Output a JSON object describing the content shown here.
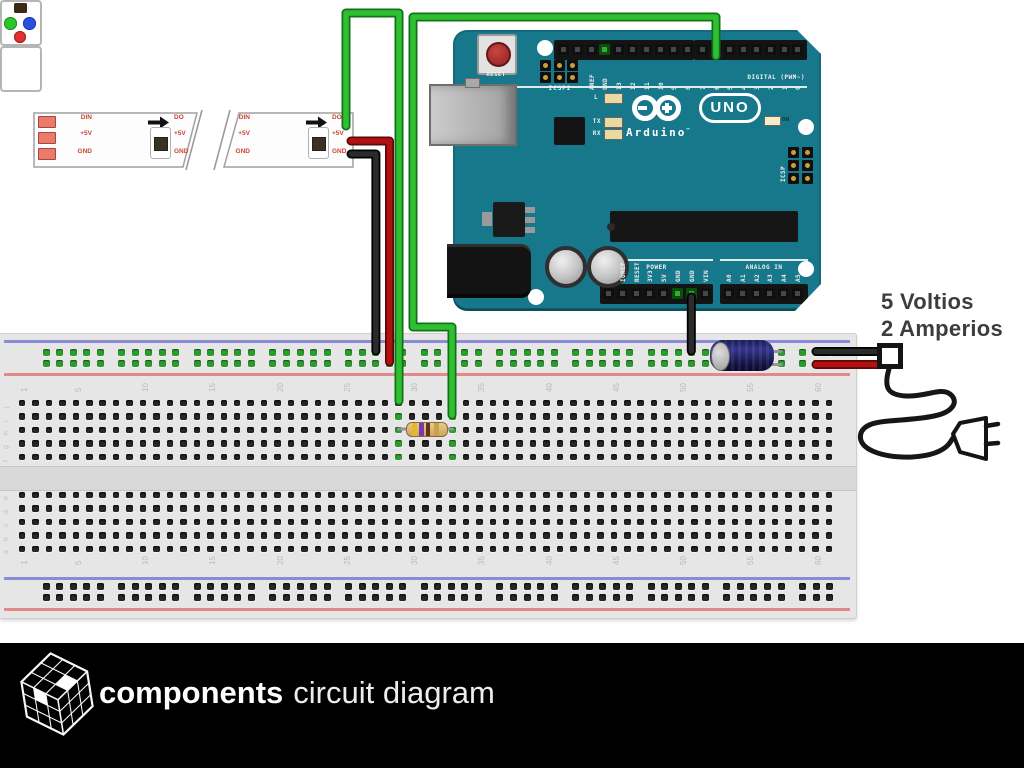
{
  "slide": {
    "background": "#ffffff"
  },
  "annotation": {
    "line1": "5 Voltios",
    "line2": "2 Amperios"
  },
  "footer": {
    "brand_word": "components",
    "rest": "circuit diagram"
  },
  "arduino": {
    "model": "UNO",
    "brand": "Arduino",
    "tm": "™",
    "reset": "RESET",
    "icsp2": "ICSP2",
    "icsp": "ICSP",
    "led_l": "L",
    "led_tx": "TX",
    "led_rx": "RX",
    "led_on": "ON",
    "digital": "DIGITAL (PWM~)",
    "power": "POWER",
    "analog": "ANALOG IN",
    "digital_pins_left": [
      "",
      "",
      "AREF",
      "GND",
      "13",
      "12",
      "11",
      "10",
      "9",
      "8"
    ],
    "digital_pins_right": [
      "7",
      "6",
      "5",
      "4",
      "3",
      "2",
      "1",
      "0"
    ],
    "power_pins": [
      "",
      "IOREF",
      "RESET",
      "3V3",
      "5V",
      "GND",
      "GND",
      "VIN"
    ],
    "analog_pins": [
      "A0",
      "A1",
      "A2",
      "A3",
      "A4",
      "A5"
    ]
  },
  "led_strip": {
    "left_labels": [
      "DIN",
      "+5V",
      "GND"
    ],
    "right_labels": [
      "DO",
      "+5V",
      "GND"
    ]
  },
  "breadboard": {
    "column_numbers": [
      "1",
      "5",
      "10",
      "15",
      "20",
      "25",
      "30",
      "35",
      "40",
      "45",
      "50",
      "55",
      "60"
    ],
    "row_letters_top": [
      "j",
      "i",
      "h",
      "g",
      "f"
    ],
    "row_letters_bottom": [
      "e",
      "d",
      "c",
      "b",
      "a"
    ]
  },
  "colors": {
    "board_teal": "#16788a",
    "bb_body": "#e6e6e6",
    "rail_blue": "#8a8ad6",
    "rail_red": "#e08a8a",
    "hole_green": "#2d9b2d",
    "wire_green": "#2fc032",
    "wire_green_dark": "#15701c",
    "wire_red": "#b01111",
    "wire_red_dark": "#5e0808",
    "wire_black": "#2b2b2b",
    "wire_black_dark": "#000000",
    "annotation": "#3d3d3d",
    "footer_bg": "#000000"
  }
}
